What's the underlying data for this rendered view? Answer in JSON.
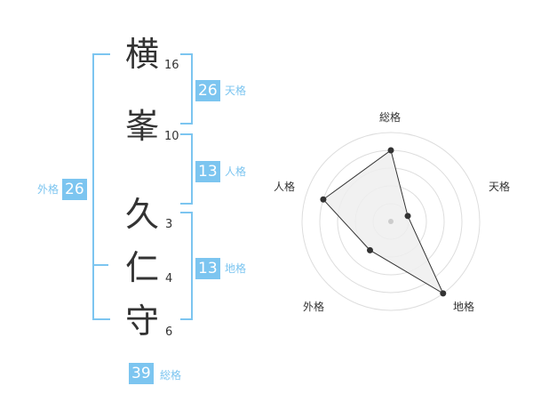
{
  "characters": [
    {
      "char": "横",
      "strokes": "16"
    },
    {
      "char": "峯",
      "strokes": "10"
    },
    {
      "char": "久",
      "strokes": "3"
    },
    {
      "char": "仁",
      "strokes": "4"
    },
    {
      "char": "守",
      "strokes": "6"
    }
  ],
  "fortunes": {
    "tenkaku": {
      "value": "26",
      "label": "天格"
    },
    "jinkaku": {
      "value": "13",
      "label": "人格"
    },
    "chikaku": {
      "value": "13",
      "label": "地格"
    },
    "gaikaku": {
      "value": "26",
      "label": "外格"
    },
    "soukaku": {
      "value": "39",
      "label": "総格"
    }
  },
  "radar": {
    "axes": [
      "総格",
      "天格",
      "地格",
      "外格",
      "人格"
    ],
    "values": [
      4,
      1,
      5,
      2,
      4
    ],
    "max": 5
  },
  "colors": {
    "accent": "#7cc5f0",
    "text": "#333333",
    "radar_fill": "#efefef",
    "radar_line": "#333333",
    "grid": "#dddddd"
  }
}
